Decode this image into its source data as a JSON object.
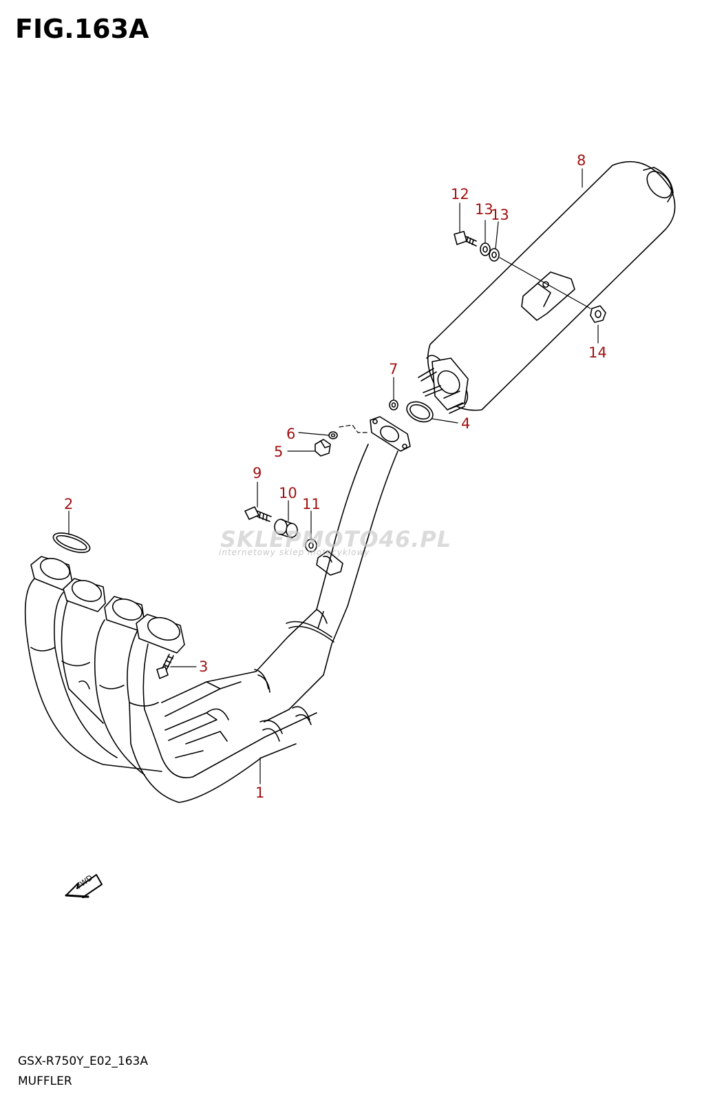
{
  "figure": {
    "title": "FIG.163A",
    "model_code": "GSX-R750Y_E02_163A",
    "section_name": "MUFFLER"
  },
  "watermark": {
    "brand": "SKLEPMOTO46.PL",
    "tagline": "internetowy sklep motocyklowy"
  },
  "fwd_label": "FWD",
  "callouts": [
    "1",
    "2",
    "3",
    "4",
    "5",
    "6",
    "7",
    "8",
    "9",
    "10",
    "11",
    "12",
    "13",
    "13",
    "14"
  ],
  "colors": {
    "callout": "#a01010",
    "line": "#000000"
  }
}
